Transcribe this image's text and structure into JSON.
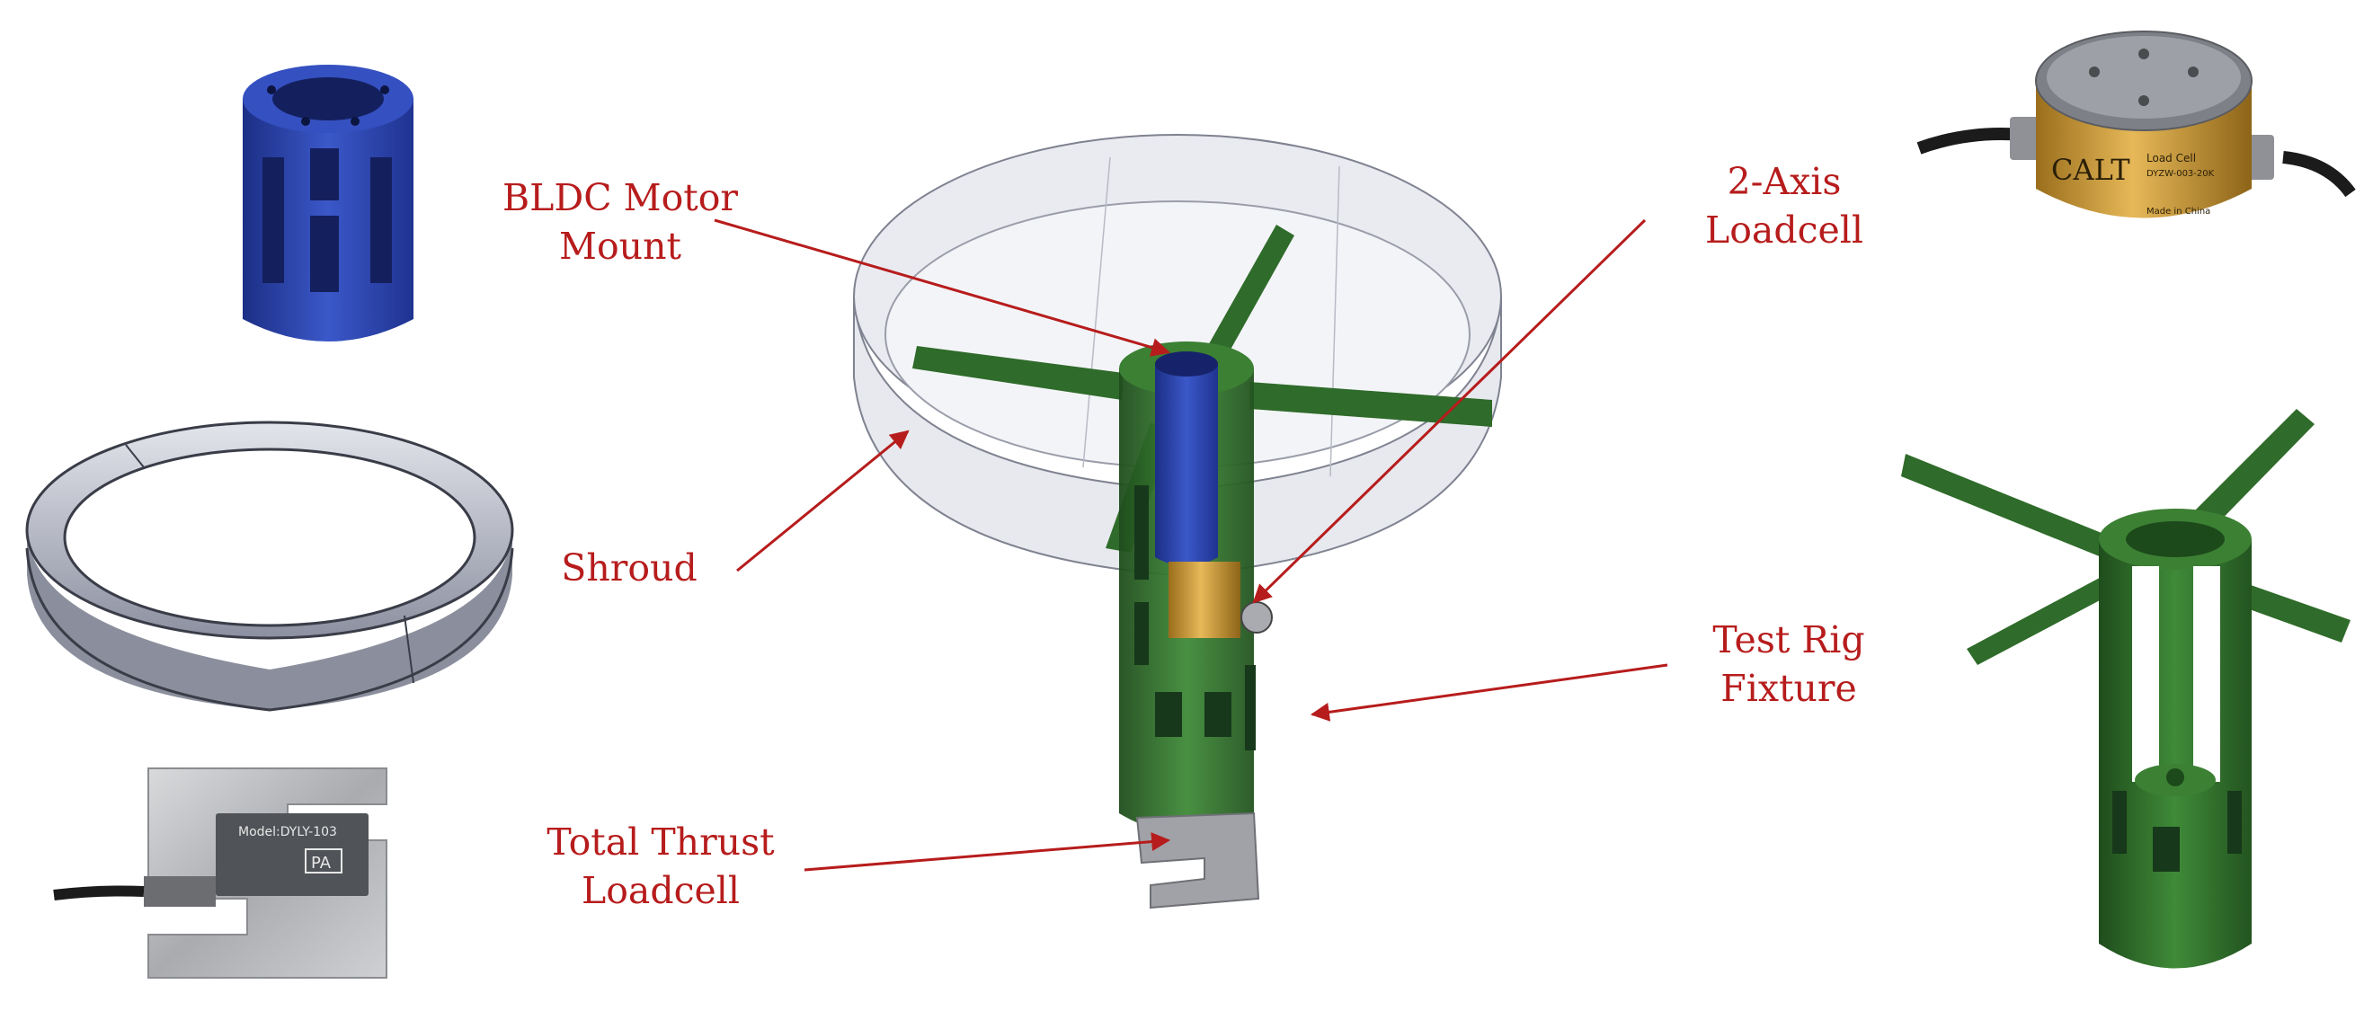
{
  "labels": {
    "motor_mount": {
      "line1": "BLDC Motor",
      "line2": "Mount"
    },
    "two_axis": {
      "line1": "2-Axis",
      "line2": "Loadcell"
    },
    "shroud": {
      "line1": "Shroud"
    },
    "fixture": {
      "line1": "Test Rig",
      "line2": "Fixture"
    },
    "thrust": {
      "line1": "Total Thrust",
      "line2": "Loadcell"
    }
  },
  "loadcell_2axis_text": {
    "brand": "CALT",
    "line_a": "Load Cell",
    "line_b": "DYZW-003-20K",
    "line_c": "Made in China"
  },
  "sbeam_text": {
    "model": "Model:DYLY-103",
    "brand": "PA"
  },
  "colors": {
    "label_red": "#b71c1c",
    "fixture_green": "#2f6b2a",
    "mount_blue": "#2742a8",
    "shroud_grey": "#c9ccd6",
    "loadcell_gold": "#c99a3b"
  }
}
